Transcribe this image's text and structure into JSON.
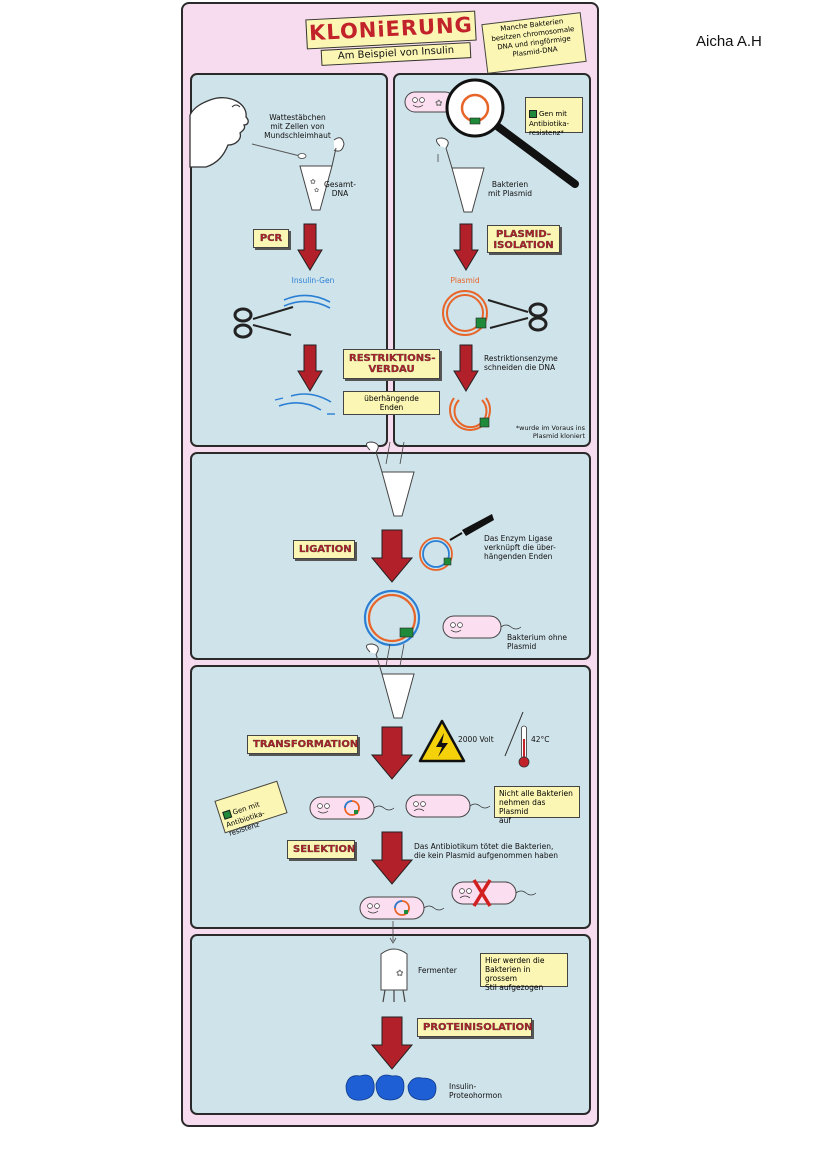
{
  "author": "Aicha A.H",
  "title": {
    "main": "KLONiERUNG",
    "subtitle": "Am Beispiel von Insulin"
  },
  "note_top": "Manche Bakterien\nbesitzen chromosomale\nDNA und ringförmige\nPlasmid-DNA",
  "left_panel": {
    "cotton_swab": "Wattestäbchen\nmit Zellen von\nMundschleimhaut",
    "total_dna": "Gesamt-\nDNA",
    "pcr": "PCR",
    "insulin_gene": "Insulin-Gen",
    "overhang": "überhängende\nEnden"
  },
  "right_panel": {
    "gene_legend": "Gen mit\nAntibiotika-\nresistenz*",
    "bacteria_with_plasmid": "Bakterien\nmit Plasmid",
    "plasmid_isolation": "PLASMID-\nISOLATION",
    "plasmid": "Plasmid",
    "restriction_enzymes": "Restriktionsenzyme\nschneiden die DNA",
    "footnote": "*wurde im Voraus ins\nPlasmid kloniert"
  },
  "restriction_digest": "RESTRIKTIONS-\nVERDAU",
  "ligation_panel": {
    "ligation": "LIGATION",
    "ligase_note": "Das Enzym Ligase\nverknüpft die über-\nhängenden Enden",
    "bacterium_no_plasmid": "Bakterium ohne\nPlasmid"
  },
  "transformation_panel": {
    "transformation": "TRANSFORMATION",
    "voltage": "2000 Volt",
    "temperature": "42°C",
    "gene_legend": "Gen mit\nAntibiotika-\nresistenz",
    "not_all": "Nicht alle Bakterien\nnehmen das Plasmid\nauf",
    "selection": "SELEKTION",
    "antibiotic_note": "Das Antibiotikum tötet die Bakterien,\ndie kein Plasmid aufgenommen haben"
  },
  "production_panel": {
    "fermenter": "Fermenter",
    "fermenter_note": "Hier werden die\nBakterien in grossem\nStil aufgezogen",
    "protein_isolation": "PROTEINISOLATION",
    "insulin": "Insulin-\nProteohormon"
  },
  "colors": {
    "background_pink": "#f7dcef",
    "panel_blue": "#cfe3ea",
    "arrow_red": "#b2202a",
    "dna_blue": "#2a7fd4",
    "plasmid_orange": "#e8652a",
    "resistance_green": "#1f8a3a",
    "label_yellow": "#fbf6b4",
    "protein_blue": "#1f5fd6"
  }
}
